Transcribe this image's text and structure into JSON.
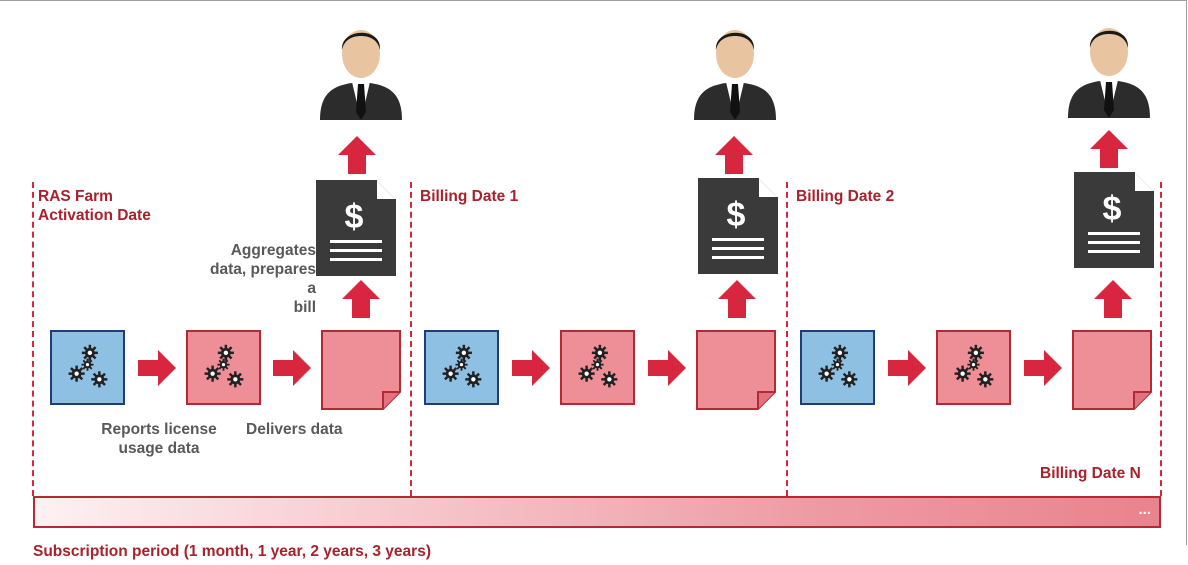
{
  "labels": {
    "activation": [
      "RAS Farm",
      "Activation Date"
    ],
    "billing_date_1": "Billing Date 1",
    "billing_date_2": "Billing Date 2",
    "billing_date_n": "Billing Date N",
    "aggregates": [
      "Aggregates",
      "data, prepares a",
      "bill"
    ],
    "reports": [
      "Reports license",
      "usage data"
    ],
    "delivers": "Delivers data",
    "subscription": "Subscription period (1 month, 1 year, 2 years, 3 years)",
    "timeline_ellipsis": "...",
    "bill_symbol": "$"
  },
  "colors": {
    "accent_red": "#d7263d",
    "label_red": "#a8212b",
    "blue_box": "#8ec0e4",
    "pink_box": "#ee8e97",
    "bill_dark": "#3a3a3a"
  },
  "icons": [
    "person-icon",
    "bill-icon",
    "gears-icon",
    "document-icon",
    "arrow-right-icon",
    "arrow-up-icon"
  ]
}
